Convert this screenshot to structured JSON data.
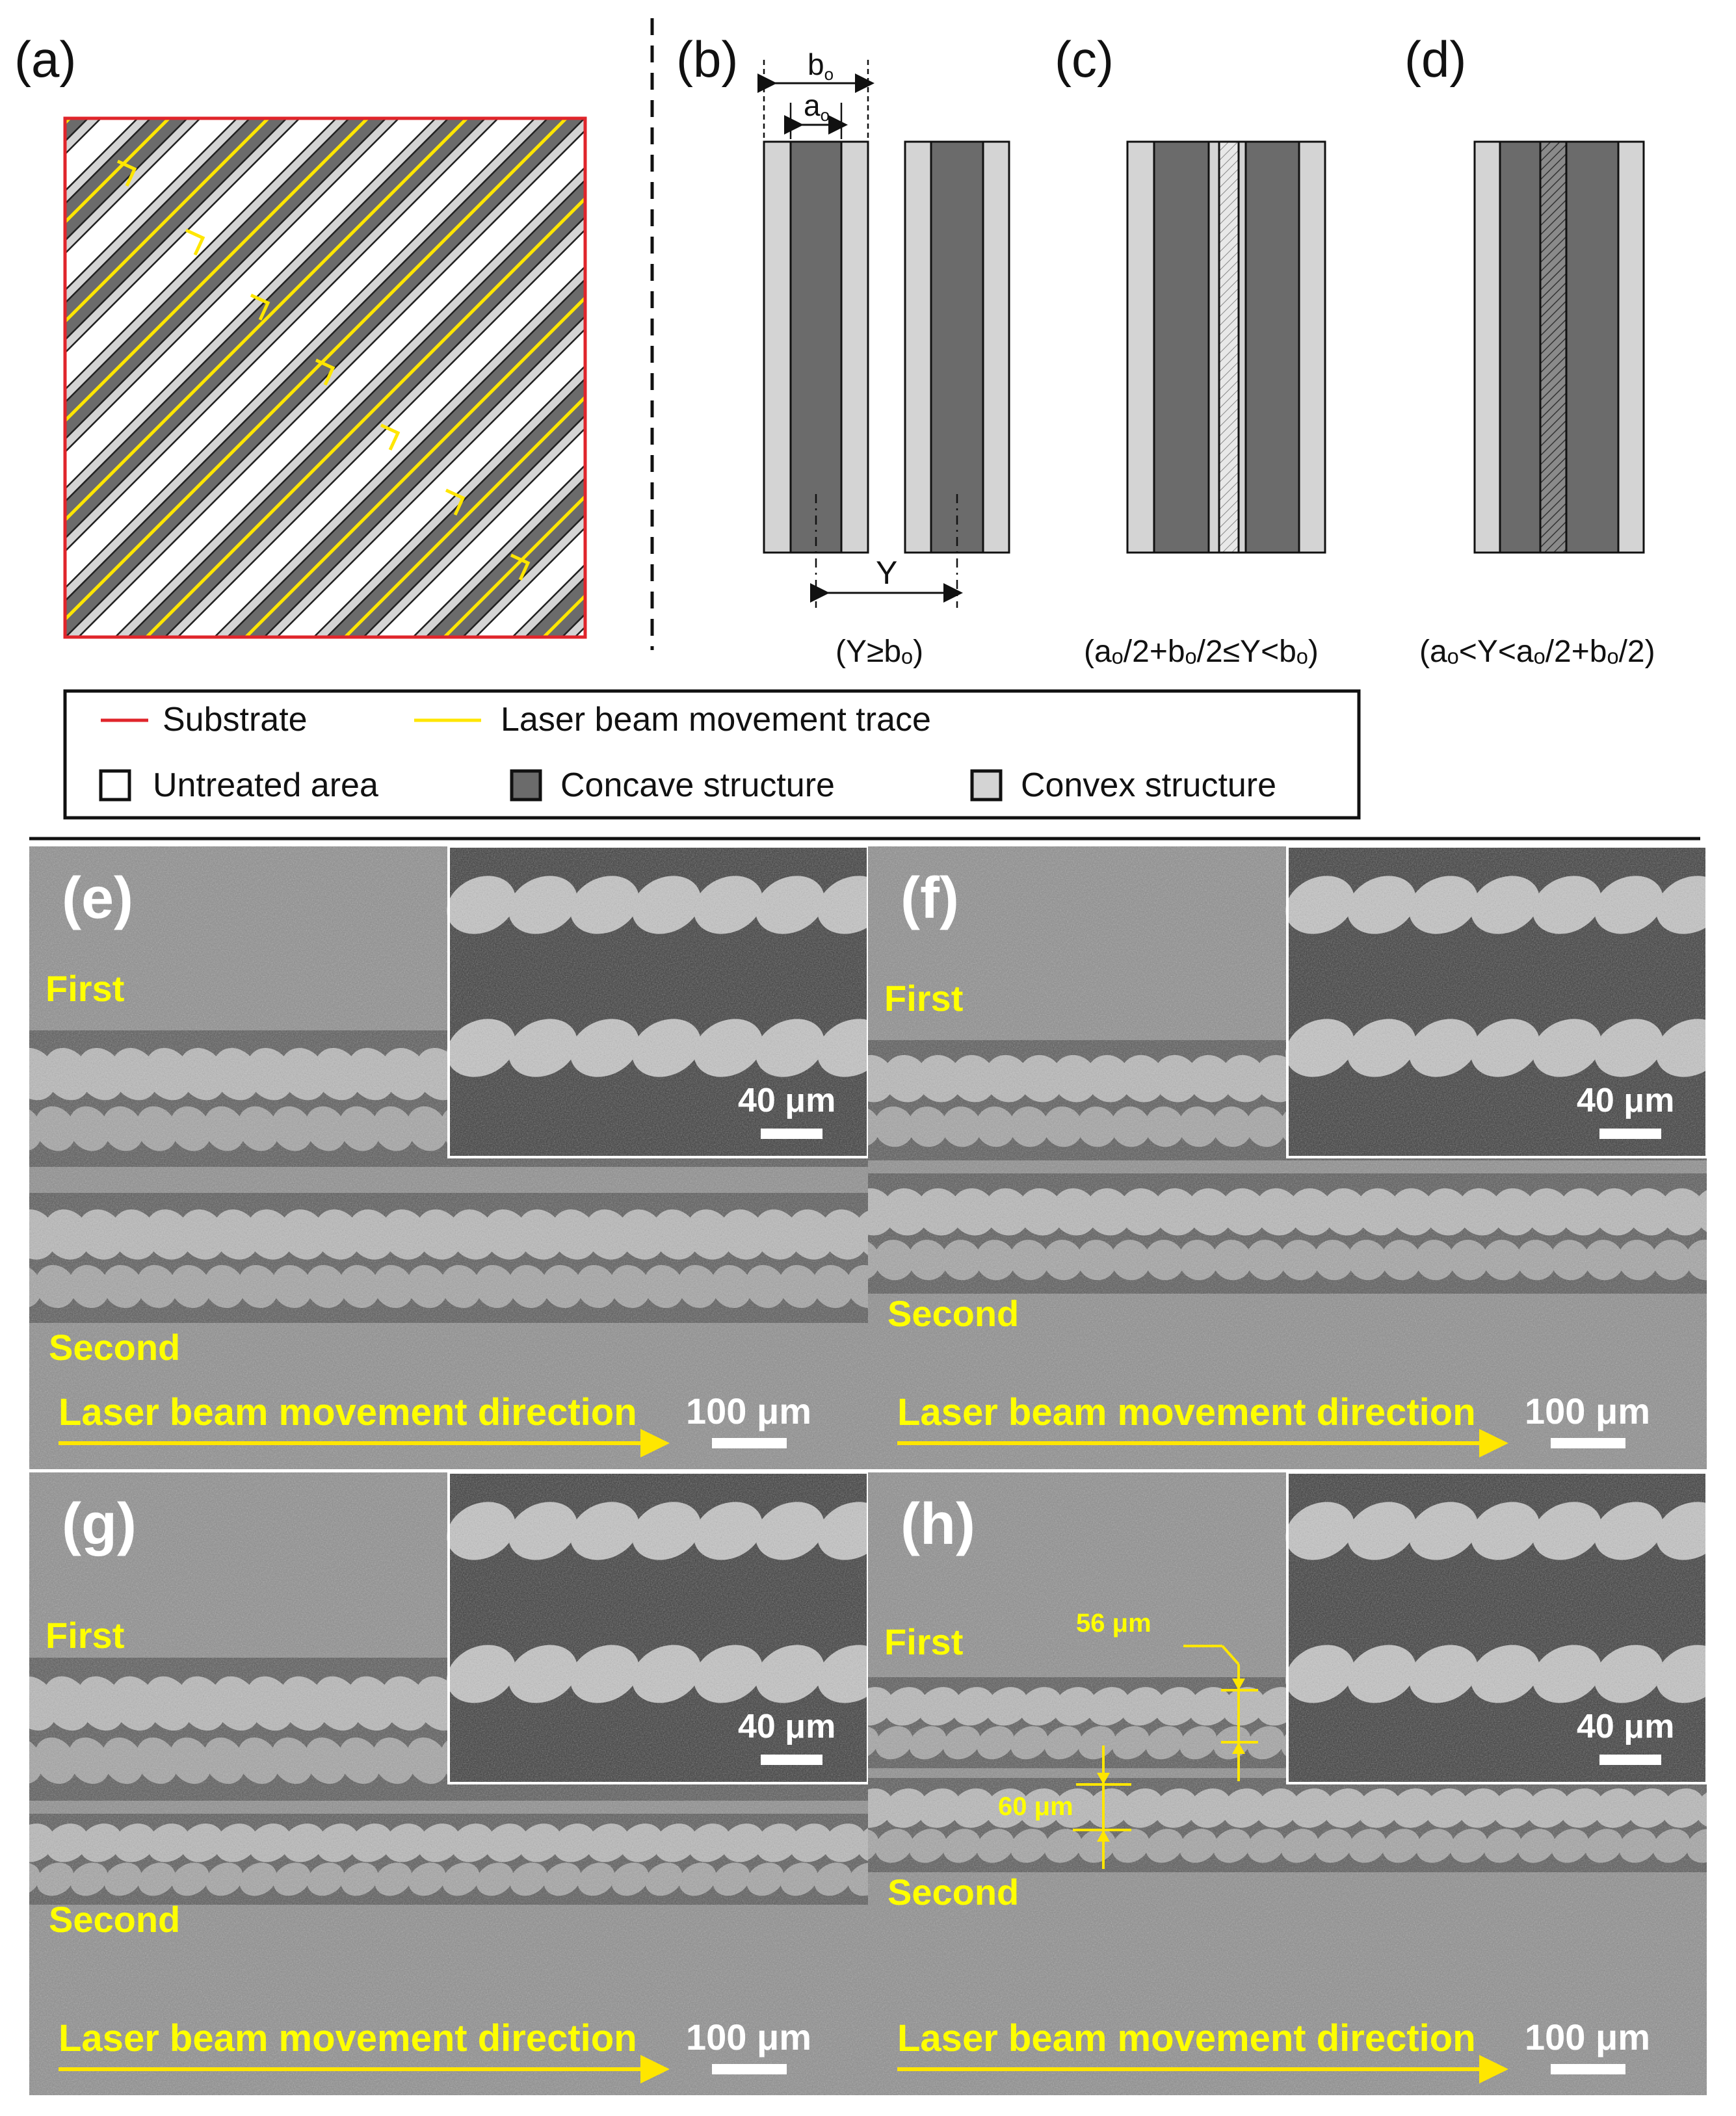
{
  "panel_labels": {
    "a": "(a)",
    "b": "(b)",
    "c": "(c)",
    "d": "(d)",
    "e": "(e)",
    "f": "(f)",
    "g": "(g)",
    "h": "(h)"
  },
  "schematic": {
    "b_o": "b",
    "a_o": "a",
    "subscript": "o",
    "y_label": "Y",
    "cond_b": "(Y≥bₒ)",
    "cond_c": "(aₒ/2+bₒ/2≤Y<bₒ)",
    "cond_d": "(aₒ<Y<aₒ/2+bₒ/2)"
  },
  "legend": {
    "substrate": "Substrate",
    "laser_trace": "Laser beam movement trace",
    "untreated": "Untreated area",
    "concave": "Concave structure",
    "convex": "Convex structure"
  },
  "sem": {
    "first": "First",
    "second": "Second",
    "direction": "Laser beam movement direction",
    "scale_main": "100 μm",
    "scale_inset": "40 μm",
    "dim_56": "56 μm",
    "dim_60": "60 μm"
  },
  "colors": {
    "substrate": "#e0252b",
    "laser": "#ffe600",
    "concave": "#6b6b6b",
    "convex": "#d4d4d4",
    "untreated": "#ffffff",
    "sem_bg": "#8f8f8f",
    "sem_text": "#ffff00"
  }
}
